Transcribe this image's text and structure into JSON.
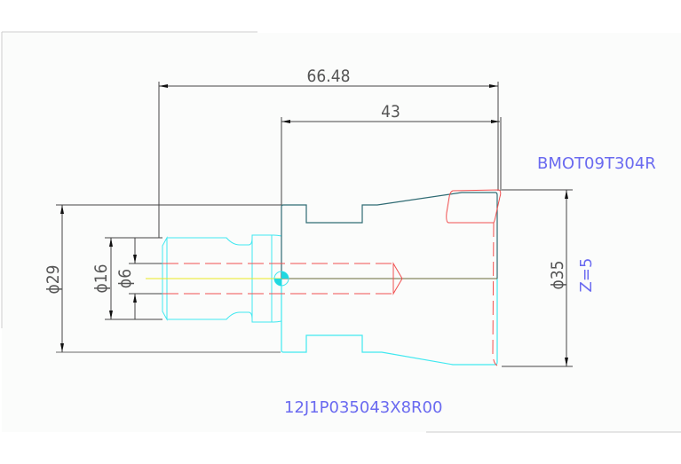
{
  "dimensions": {
    "overall_length": "66.48",
    "body_length": "43",
    "dia_29": "ϕ29",
    "dia_16": "ϕ16",
    "dia_6": "ϕ6",
    "dia_35": "ϕ35"
  },
  "labels": {
    "insert_code": "BMOT09T304R",
    "teeth_count": "Z=5",
    "part_number": "12J1P035043X8R00"
  },
  "colors": {
    "dimension": "#333333",
    "body_upper": "#2f6b73",
    "body_lower": "#40e8f0",
    "hidden": "#f05050",
    "centerline": "#e8e820",
    "label": "#6a6af0"
  }
}
